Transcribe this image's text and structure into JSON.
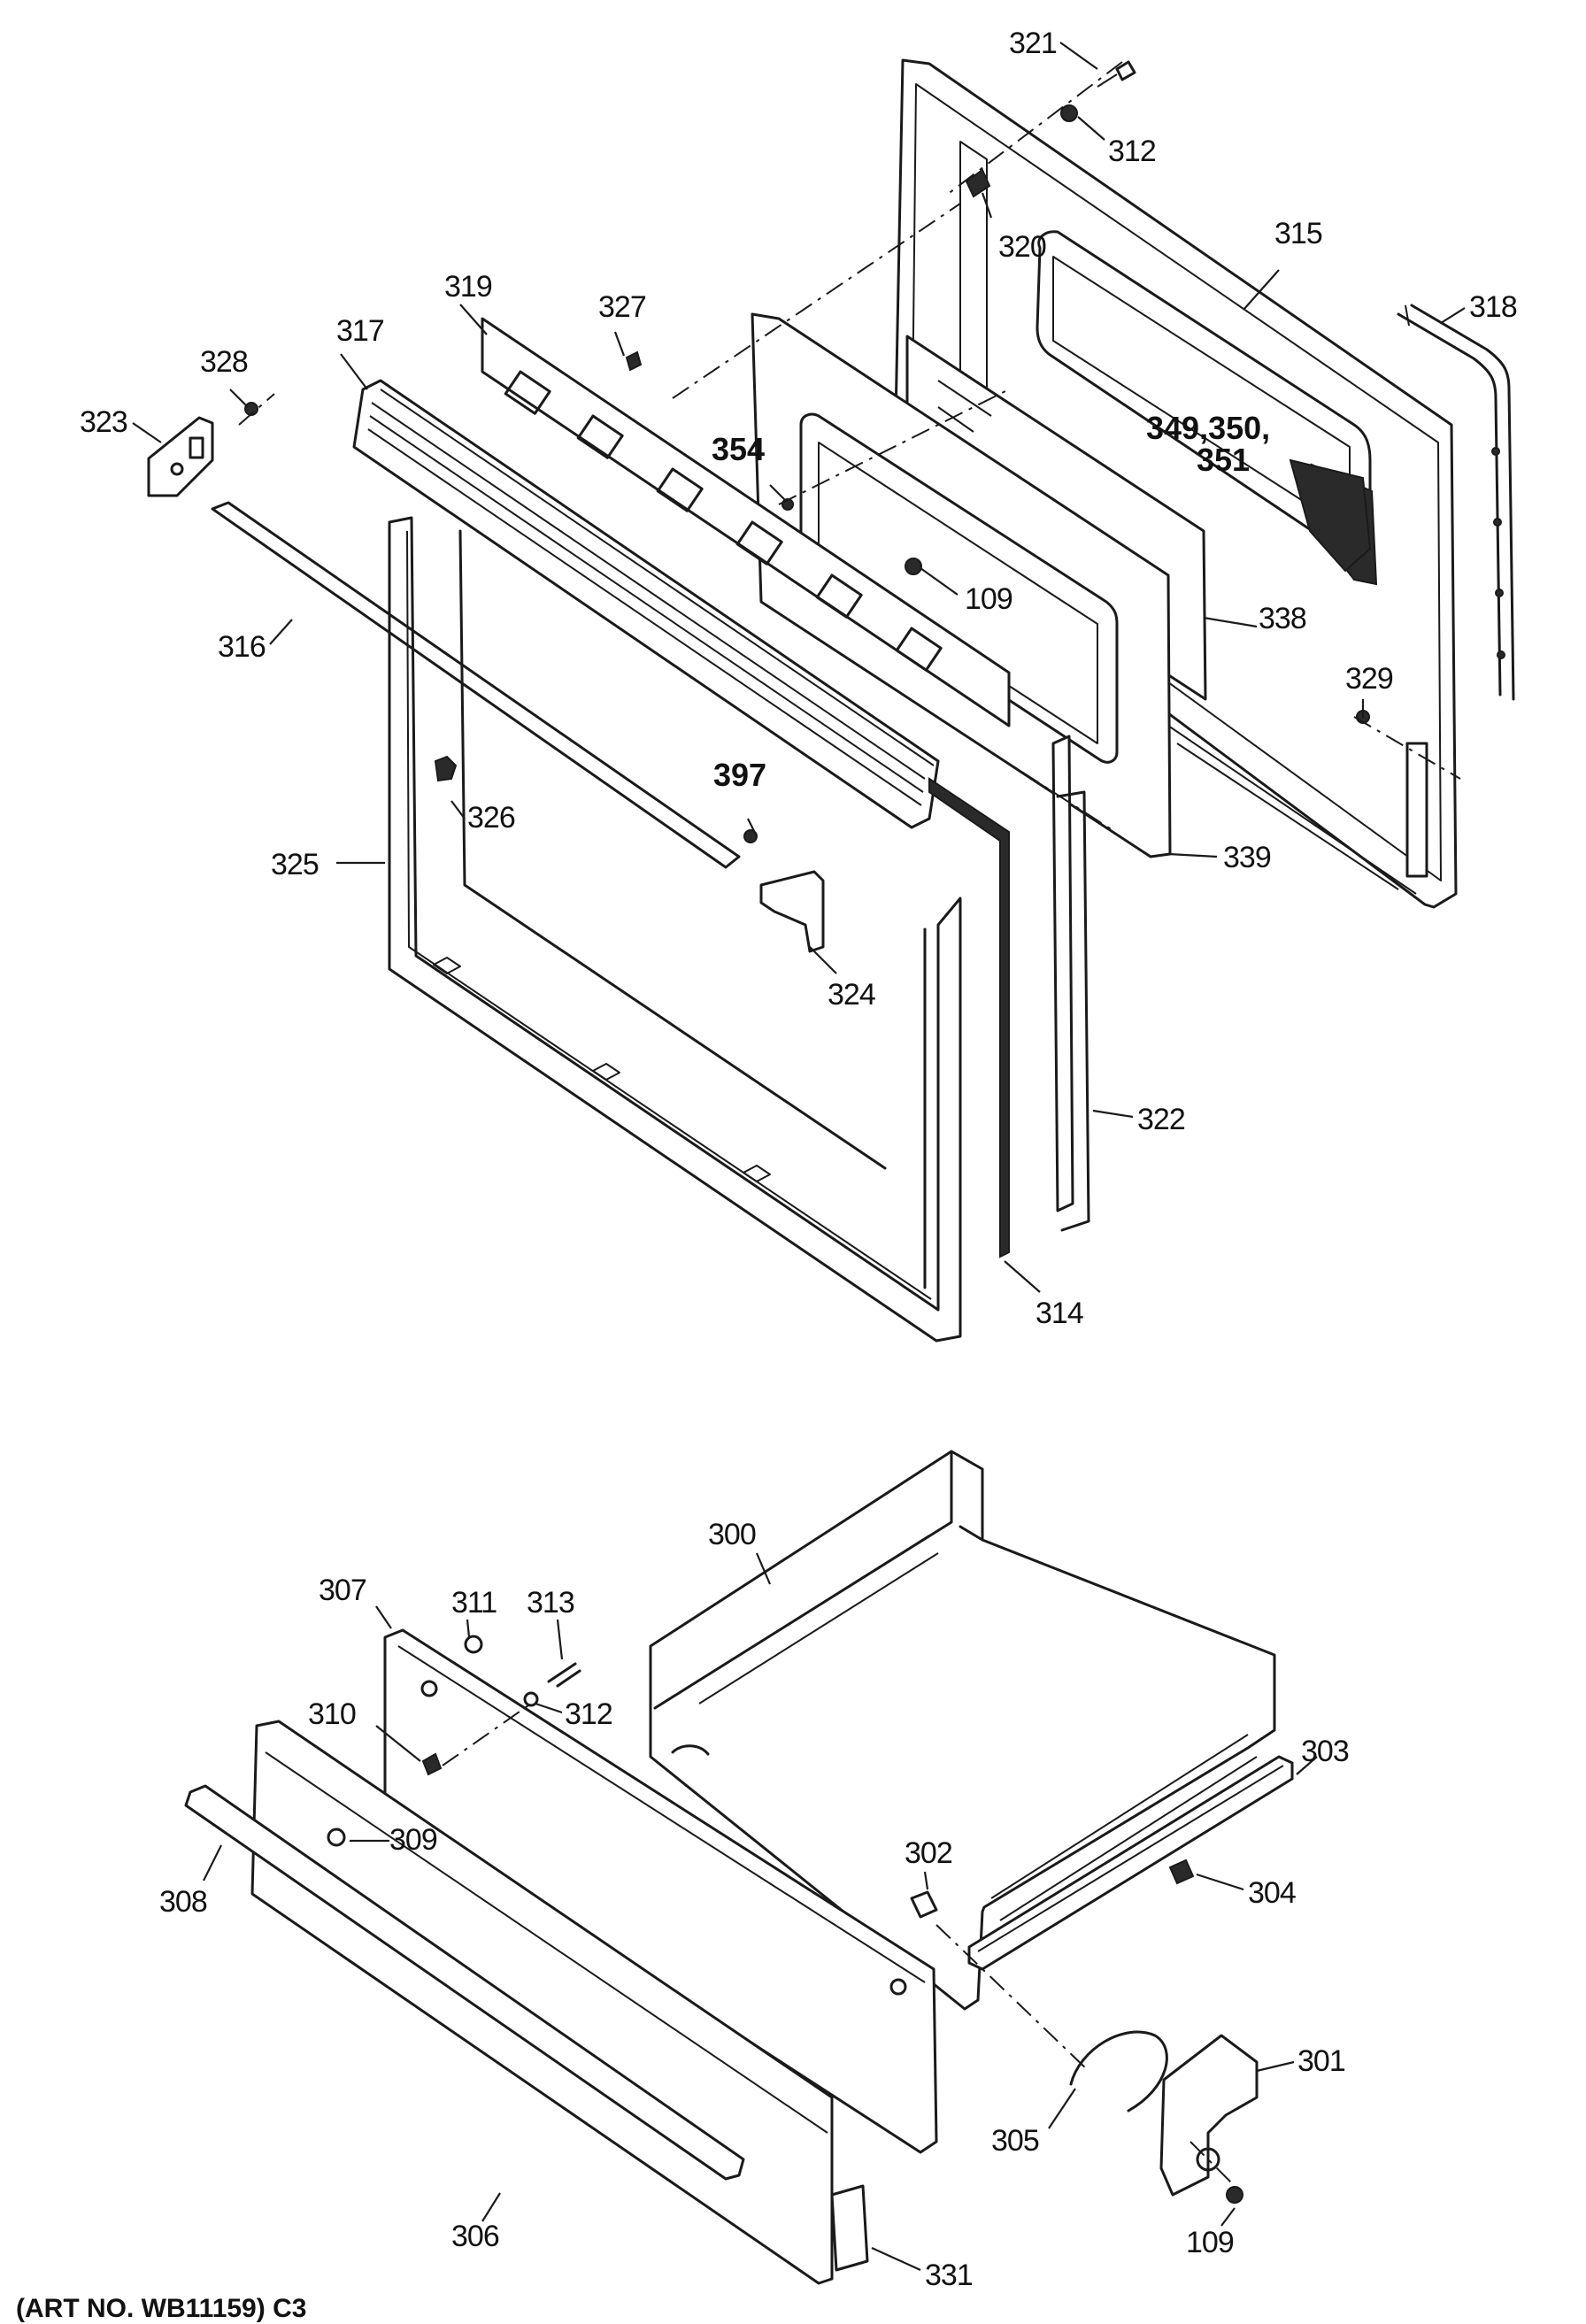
{
  "diagram": {
    "labels": {
      "p321": "321",
      "p312a": "312",
      "p320": "320",
      "p315": "315",
      "p318": "318",
      "p319": "319",
      "p327": "327",
      "p317": "317",
      "p328": "328",
      "p323": "323",
      "p354": "354",
      "p349": "349,350,",
      "p351": "351",
      "p109a": "109",
      "p338": "338",
      "p316": "316",
      "p329": "329",
      "p397": "397",
      "p326": "326",
      "p325": "325",
      "p339": "339",
      "p324": "324",
      "p322": "322",
      "p314": "314",
      "p300": "300",
      "p307": "307",
      "p311": "311",
      "p313": "313",
      "p312b": "312",
      "p310": "310",
      "p303": "303",
      "p309": "309",
      "p302": "302",
      "p308": "308",
      "p304": "304",
      "p301": "301",
      "p305": "305",
      "p306": "306",
      "p109b": "109",
      "p331": "331"
    },
    "footer": "(ART NO. WB11159) C3"
  }
}
